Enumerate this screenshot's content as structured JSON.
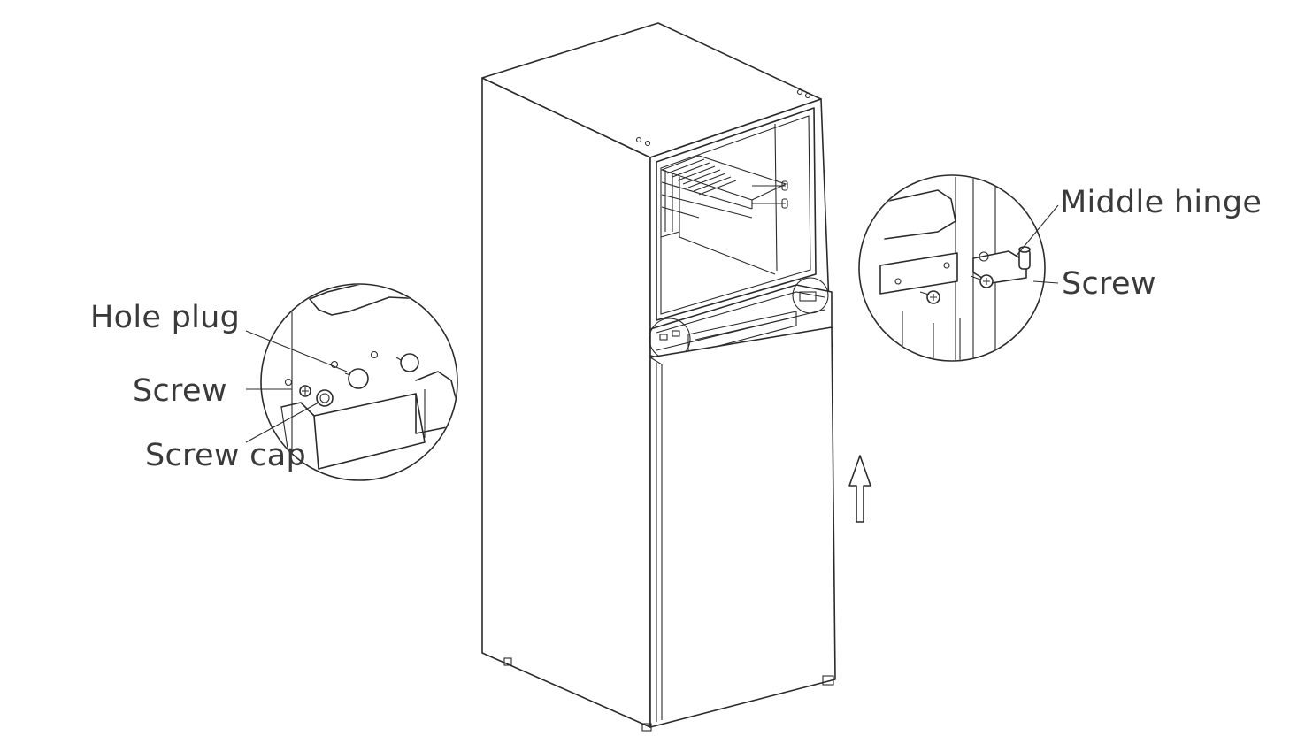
{
  "labels": {
    "hole_plug": "Hole plug",
    "screw_left": "Screw",
    "screw_cap": "Screw cap",
    "middle_hinge": "Middle hinge",
    "screw_right": "Screw"
  }
}
